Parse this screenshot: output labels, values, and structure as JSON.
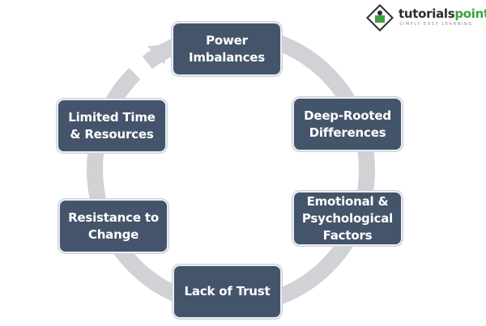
{
  "logo": {
    "name_part1": "tutorials",
    "name_part2": "point",
    "tagline": "SIMPLY EASY LEARNING",
    "brand_color": "#3aa33a"
  },
  "diagram": {
    "type": "cycle",
    "box_color": "#44546a",
    "ring_color": "#d0d2d5",
    "nodes": [
      {
        "label": "Power\nImbalances"
      },
      {
        "label": "Deep-Rooted\nDifferences"
      },
      {
        "label": "Emotional &\nPsychological\nFactors"
      },
      {
        "label": "Lack of Trust"
      },
      {
        "label": "Resistance to\nChange"
      },
      {
        "label": "Limited Time\n& Resources"
      }
    ]
  }
}
